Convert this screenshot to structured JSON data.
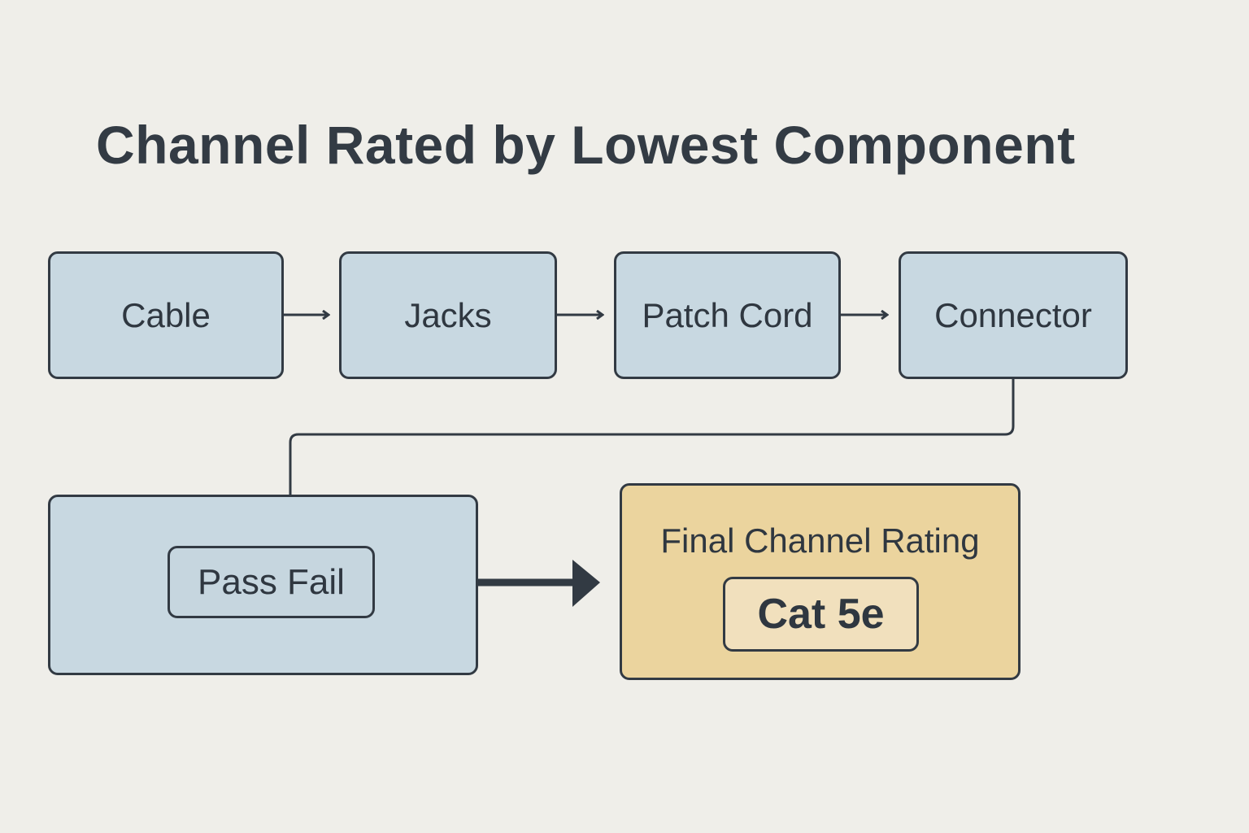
{
  "title": "Channel Rated by Lowest Component",
  "components": [
    {
      "label": "Cable"
    },
    {
      "label": "Jacks"
    },
    {
      "label": "Patch Cord"
    },
    {
      "label": "Connector"
    }
  ],
  "test_box": {
    "label": "Pass Fail"
  },
  "result": {
    "heading": "Final Channel Rating",
    "value": "Cat 5e"
  },
  "colors": {
    "component_fill": "#c8d8e1",
    "result_fill": "#ebd49e",
    "result_value_fill": "#f1e0bd",
    "stroke": "#323a43",
    "background": "#efeee9"
  }
}
